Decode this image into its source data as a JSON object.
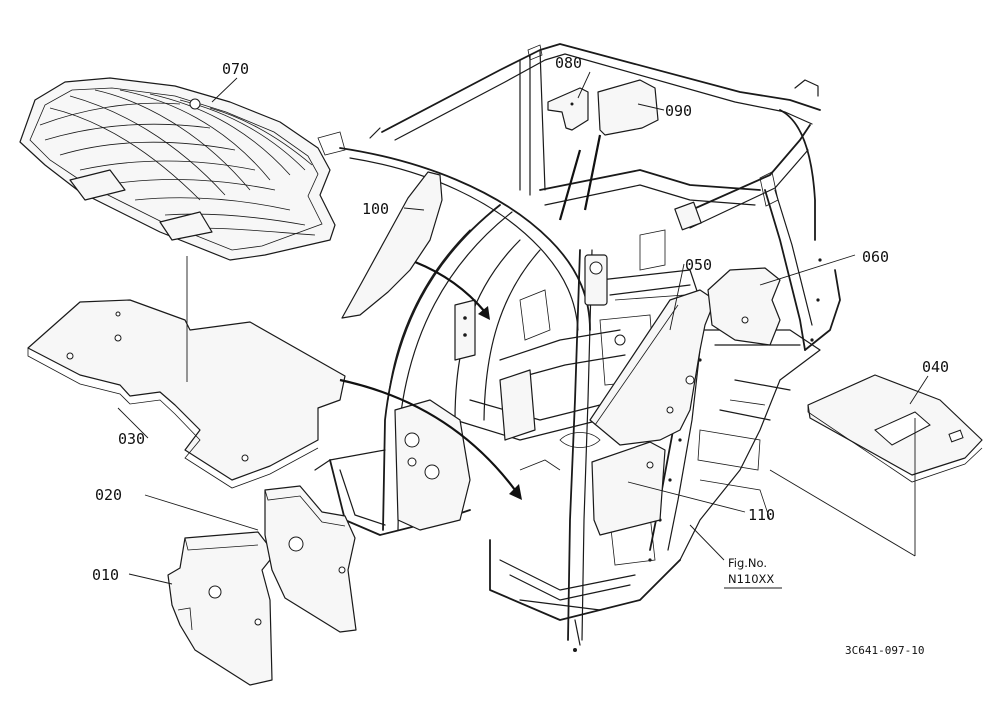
{
  "part_labels": {
    "p010": "010",
    "p020": "020",
    "p030": "030",
    "p040": "040",
    "p050": "050",
    "p060": "060",
    "p070": "070",
    "p080": "080",
    "p090": "090",
    "p100": "100",
    "p110": "110"
  },
  "figure_ref": {
    "line1": "Fig.No.",
    "line2": "N110XX"
  },
  "drawing_code": "3C641-097-10"
}
